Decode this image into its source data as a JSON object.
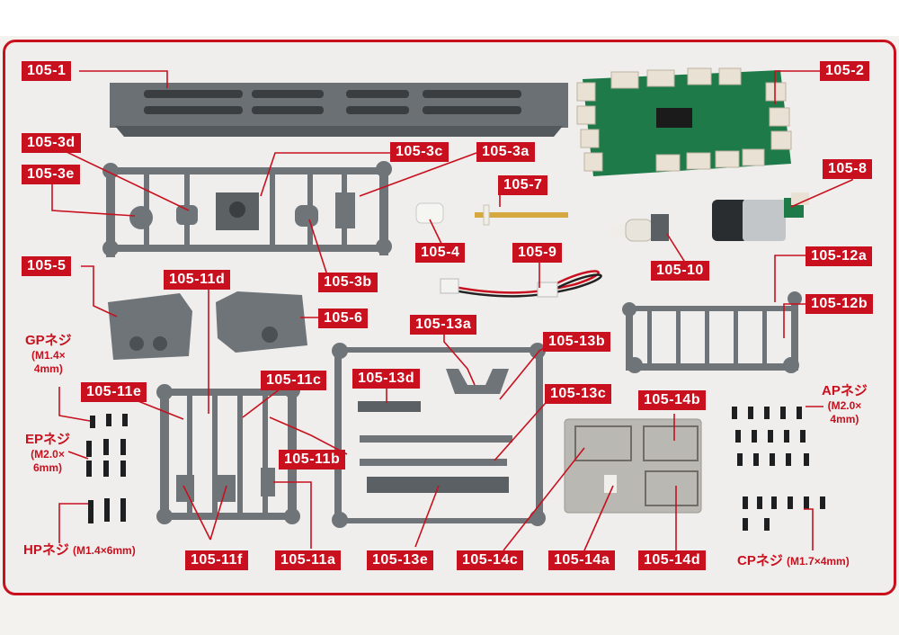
{
  "labels": {
    "l105_1": "105-1",
    "l105_2": "105-2",
    "l105_3a": "105-3a",
    "l105_3b": "105-3b",
    "l105_3c": "105-3c",
    "l105_3d": "105-3d",
    "l105_3e": "105-3e",
    "l105_4": "105-4",
    "l105_5": "105-5",
    "l105_6": "105-6",
    "l105_7": "105-7",
    "l105_8": "105-8",
    "l105_9": "105-9",
    "l105_10": "105-10",
    "l105_11a": "105-11a",
    "l105_11b": "105-11b",
    "l105_11c": "105-11c",
    "l105_11d": "105-11d",
    "l105_11e": "105-11e",
    "l105_11f": "105-11f",
    "l105_12a": "105-12a",
    "l105_12b": "105-12b",
    "l105_13a": "105-13a",
    "l105_13b": "105-13b",
    "l105_13c": "105-13c",
    "l105_13d": "105-13d",
    "l105_13e": "105-13e",
    "l105_14a": "105-14a",
    "l105_14b": "105-14b",
    "l105_14c": "105-14c",
    "l105_14d": "105-14d"
  },
  "screws": {
    "gp_title": "GPネジ",
    "gp_sub1": "(M1.4×",
    "gp_sub2": "4mm)",
    "ep_title": "EPネジ",
    "ep_sub1": "(M2.0×",
    "ep_sub2": "6mm)",
    "ap_title": "APネジ",
    "ap_sub1": "(M2.0×",
    "ap_sub2": "4mm)",
    "hp_title": "HPネジ",
    "hp_spec": "(M1.4×6mm)",
    "cp_title": "CPネジ",
    "cp_spec": "(M1.7×4mm)"
  },
  "colors": {
    "accent": "#c8101e",
    "parts_gray": "#6f7478",
    "pcb_green": "#1f7a4a"
  }
}
